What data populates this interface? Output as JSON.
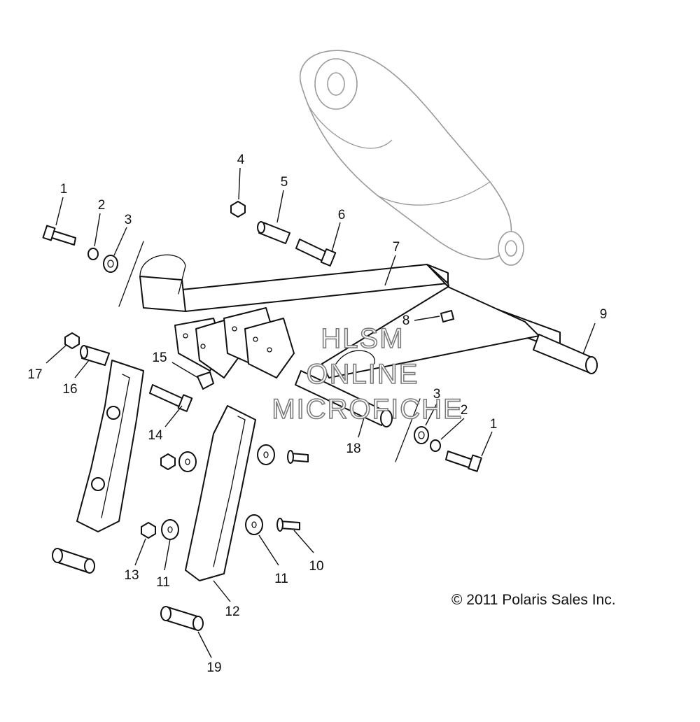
{
  "callouts": {
    "c1a": "1",
    "c2a": "2",
    "c3a": "3",
    "c4": "4",
    "c5": "5",
    "c6": "6",
    "c7": "7",
    "c8": "8",
    "c9": "9",
    "c3b": "3",
    "c2b": "2",
    "c1b": "1",
    "c17": "17",
    "c16": "16",
    "c15": "15",
    "c14": "14",
    "c18": "18",
    "c13": "13",
    "c11a": "11",
    "c11b": "11",
    "c10": "10",
    "c12": "12",
    "c19": "19"
  },
  "watermark": {
    "line1": "HLSM",
    "line2": "ONLINE",
    "line3": "MICROFICHE"
  },
  "copyright": "© 2011 Polaris Sales Inc."
}
